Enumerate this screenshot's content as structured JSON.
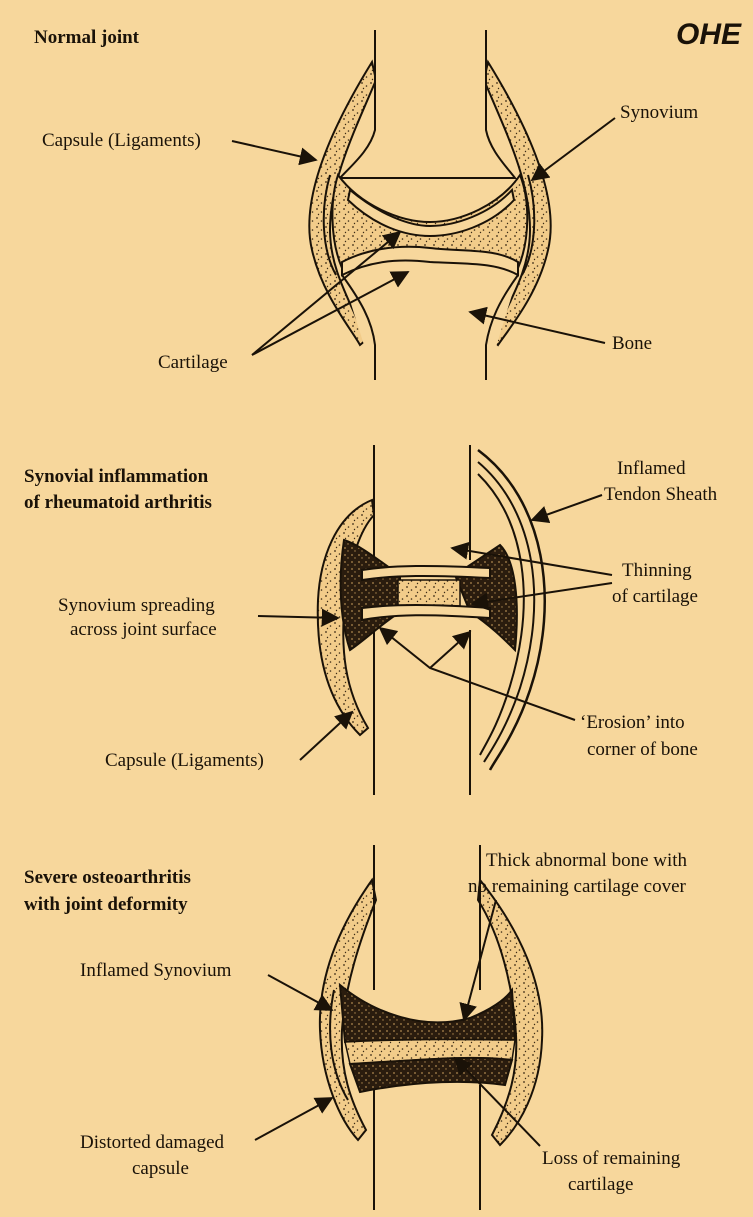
{
  "logo": "OHE",
  "colors": {
    "background": "#f7d79c",
    "ink": "#1a1208",
    "tissue_fill": "#f2cc8a",
    "dark_tissue": "#20150b"
  },
  "panels": [
    {
      "title_lines": [
        "Normal joint"
      ],
      "labels": {
        "capsule": "Capsule (Ligaments)",
        "synovium": "Synovium",
        "cartilage": "Cartilage",
        "bone": "Bone"
      }
    },
    {
      "title_lines": [
        "Synovial inflammation",
        "of rheumatoid arthritis"
      ],
      "labels": {
        "tendon_sheath": [
          "Inflamed",
          "Tendon Sheath"
        ],
        "thinning": [
          "Thinning",
          "of cartilage"
        ],
        "synovium_spreading": [
          "Synovium spreading",
          "across joint surface"
        ],
        "erosion": [
          "‘Erosion’ into",
          "corner of bone"
        ],
        "capsule": "Capsule (Ligaments)"
      }
    },
    {
      "title_lines": [
        "Severe osteoarthritis",
        "with joint deformity"
      ],
      "labels": {
        "thick_bone": [
          "Thick abnormal bone with",
          "no remaining cartilage cover"
        ],
        "inflamed_synovium": "Inflamed Synovium",
        "distorted_capsule": [
          "Distorted damaged",
          "capsule"
        ],
        "loss_cartilage": [
          "Loss of remaining",
          "cartilage"
        ]
      }
    }
  ]
}
